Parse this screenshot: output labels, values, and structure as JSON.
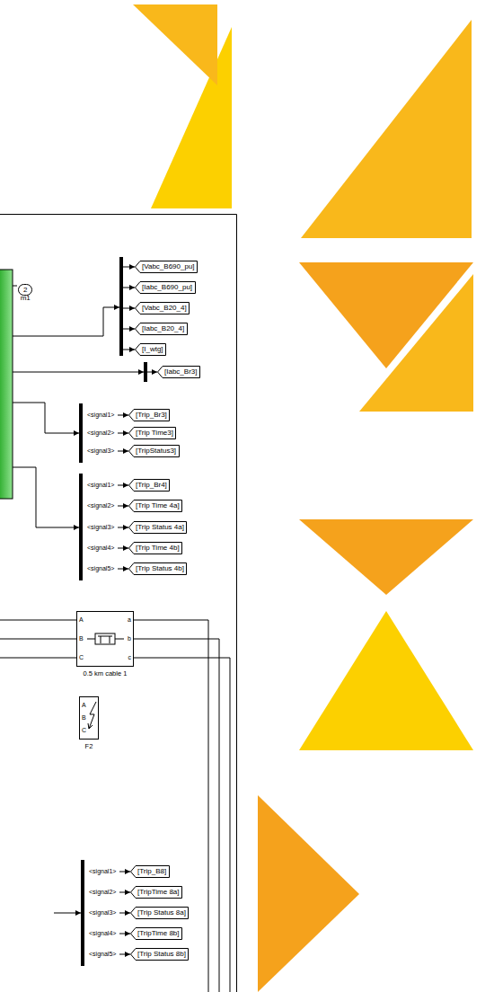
{
  "diagram": {
    "nodes": [
      {
        "text": [
          "2",
          "m1"
        ]
      },
      {
        "text": [
          "[Vabc_B690_pu]"
        ]
      },
      {
        "text": [
          "[Iabc_B690_pu]"
        ]
      },
      {
        "text": [
          "[Vabc_B20_4]"
        ]
      },
      {
        "text": [
          "[Iabc_B20_4]"
        ]
      },
      {
        "text": [
          "[I_wtg]"
        ]
      },
      {
        "text": [
          "[Iabc_Br3]"
        ]
      },
      {
        "text": [
          "<signal1>",
          "<signal2>",
          "<signal3>"
        ]
      },
      {
        "text": [
          "[Trip_Br3]"
        ]
      },
      {
        "text": [
          "[Trip Time3]"
        ]
      },
      {
        "text": [
          "[TripStatus3]"
        ]
      },
      {
        "text": [
          "<signal1>",
          "<signal2>",
          "<signal3>",
          "<signal4>",
          "<signal5>"
        ]
      },
      {
        "text": [
          "[Trip_Br4]"
        ]
      },
      {
        "text": [
          "[Trip Time 4a]"
        ]
      },
      {
        "text": [
          "[Trip Status 4a]"
        ]
      },
      {
        "text": [
          "[Trip Time 4b]"
        ]
      },
      {
        "text": [
          "[Trip Status 4b]"
        ]
      },
      {
        "text": [
          "A",
          "B",
          "C",
          "a",
          "b",
          "c",
          "0.5 km cable 1"
        ]
      },
      {
        "text": [
          "A",
          "B",
          "C",
          "F2"
        ]
      },
      {
        "text": [
          "<signal1>",
          "<signal2>",
          "<signal3>",
          "<signal4>",
          "<signal5>"
        ]
      },
      {
        "text": [
          "[Trip_B8]"
        ]
      },
      {
        "text": [
          "[TripTime 8a]"
        ]
      },
      {
        "text": [
          "[Trip Status 8a]"
        ]
      },
      {
        "text": [
          "[TripTime 8b]"
        ]
      },
      {
        "text": [
          "[Trip Status 8b]"
        ]
      }
    ],
    "edges": [
      {
        "from": 7,
        "to": 8,
        "arrow": "to"
      },
      {
        "from": 7,
        "to": 9,
        "arrow": "to"
      },
      {
        "from": 7,
        "to": 10,
        "arrow": "to"
      },
      {
        "from": 11,
        "to": 12,
        "arrow": "to"
      },
      {
        "from": 11,
        "to": 13,
        "arrow": "to"
      },
      {
        "from": 11,
        "to": 14,
        "arrow": "to"
      },
      {
        "from": 11,
        "to": 15,
        "arrow": "to"
      },
      {
        "from": 11,
        "to": 16,
        "arrow": "to"
      },
      {
        "from": 19,
        "to": 20,
        "arrow": "to"
      },
      {
        "from": 19,
        "to": 21,
        "arrow": "to"
      },
      {
        "from": 19,
        "to": 22,
        "arrow": "to"
      },
      {
        "from": 19,
        "to": 23,
        "arrow": "to"
      },
      {
        "from": 19,
        "to": 24,
        "arrow": "to"
      }
    ]
  }
}
